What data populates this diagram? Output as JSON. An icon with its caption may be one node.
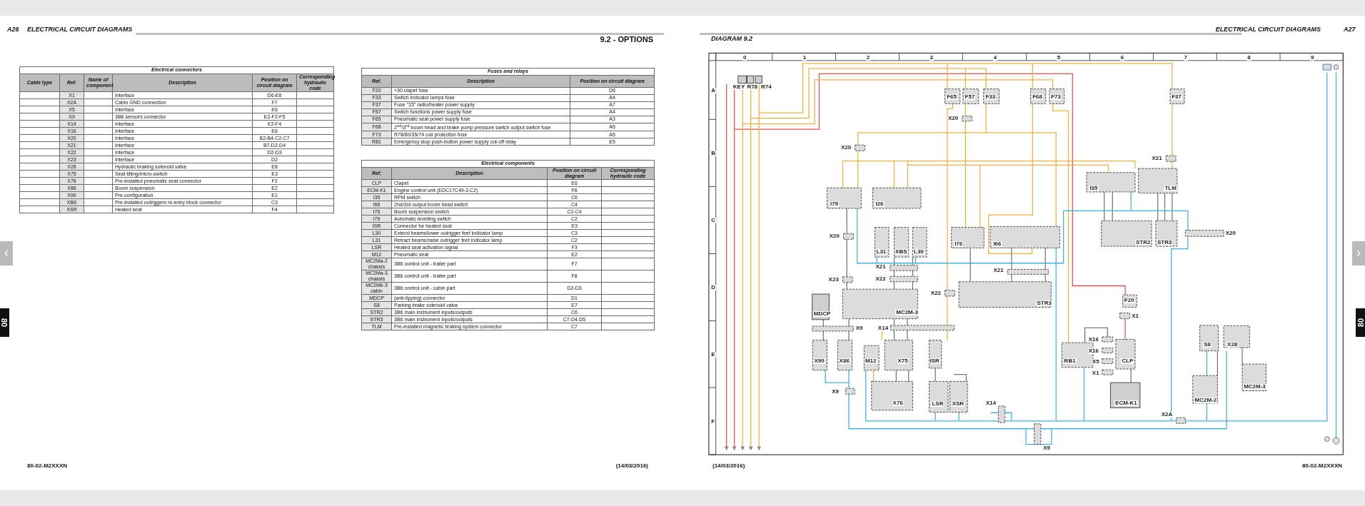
{
  "diagram": {
    "labels": [
      "A26",
      "ELECTRICAL CIRCUIT DIAGRAMS",
      "9.2 - OPTIONS",
      "DIAGRAM 9.2",
      "ELECTRICAL CIRCUIT DIAGRAMS",
      "A27",
      "Electrical connectors",
      "Cable type",
      "Ref.",
      "Name of component",
      "Description",
      "Position on circuit diagram",
      "Corresponding hydraulic code",
      "X1",
      "Interface",
      "D6-E6",
      "X2A",
      "Cabin GND connection",
      "F7",
      "X5",
      "Interface",
      "E6",
      "X9",
      "3B6 sensors connector",
      "E2-F2-F5",
      "X14",
      "Interface",
      "E2-F4",
      "X16",
      "Interface",
      "E6",
      "X20",
      "Interface",
      "B2-B4-C2-C7",
      "X21",
      "Interface",
      "B7-D2-D4",
      "X22",
      "Interface",
      "D2-D3",
      "X23",
      "Interface",
      "D2",
      "X28",
      "Hydraulic braking solenoid valve",
      "E8",
      "X75",
      "Seat tilting/micro-switch",
      "E3",
      "X76",
      "Pre-installed pneumatic seat connector",
      "F2",
      "X86",
      "Boom suspension",
      "E2",
      "X90",
      "Pre-configuration",
      "E1",
      "XBS",
      "Pre-installed outriggers re-entry block connector",
      "C3",
      "XSR",
      "Heated seat",
      "F4",
      "Fuses and relays",
      "Ref.",
      "Description",
      "Position on circuit diagram",
      "F20",
      "+30 clapet fuse",
      "D6",
      "F33",
      "Switch indicator lamps fuse",
      "A4",
      "F37",
      "Fuse \"15\" radio/heater power supply",
      "A7",
      "F57",
      "Switch functions power supply fuse",
      "A4",
      "F65",
      "Pneumatic seat power supply fuse",
      "A3",
      "F68",
      "2$^{nd}$/3$^{rd}$ boom head and brake pump pressure switch output switch fuse",
      "A5",
      "F73",
      "R78/80/35/74 coil protection fuse",
      "A5",
      "R81",
      "Emergency stop push-button power supply cut-off relay",
      "E5",
      "Electrical components",
      "Ref.",
      "Description",
      "Position on circuit diagram",
      "Corresponding hydraulic code",
      "CLP",
      "Clapet",
      "E6",
      "ECM-K1",
      "Engine control unit (EDC17C49-3.C2)",
      "F6",
      "I35",
      "RPM switch",
      "C6",
      "I66",
      "2nd/3rd output boom head switch",
      "C4",
      "I76",
      "Boom suspension switch",
      "C2-C4",
      "I79",
      "Automatic levelling switch",
      "C2",
      "ISR",
      "Connector for heated seat",
      "E3",
      "L30",
      "Extend beams/lower outrigger feet indicator lamp",
      "C3",
      "L31",
      "Retract beams/raise outrigger feet indicator lamp",
      "C2",
      "LSR",
      "Heated seat activation signal",
      "F3",
      "M12",
      "Pneumatic seat",
      "E2",
      "MC2Ma-2 chassis",
      "3B6 control unit - trailer part",
      "F7",
      "MC2Ma-3 chassis",
      "3B6 control unit - trailer part",
      "F8",
      "MC2Mb-3 cabin",
      "3B6 control unit - cabin part",
      "D2-D3",
      "MDCP",
      "(anti-tipping) connector",
      "D1",
      "S8",
      "Parking brake solenoid valve",
      "E7",
      "STR2",
      "3B6 main instrument inputs/outputs",
      "C6",
      "STR3",
      "3B6 main instrument inputs/outputs",
      "C7-D4-D5",
      "TLM",
      "Pre-installed magnetic braking system connector",
      "C7",
      "0",
      "1",
      "2",
      "3",
      "4",
      "5",
      "6",
      "7",
      "8",
      "9",
      "A",
      "B",
      "C",
      "D",
      "E",
      "F",
      "KEY",
      "R78",
      "R74",
      "F65",
      "F57",
      "F33",
      "F68",
      "F73",
      "F37",
      "X20",
      "X20",
      "X21",
      "I35",
      "TLM",
      "I79",
      "I26",
      "X20",
      "X20",
      "L31",
      "XBS",
      "L30",
      "I76",
      "I66",
      "STR2",
      "STR3",
      "X21",
      "X21",
      "X23",
      "X22",
      "X22",
      "F20",
      "STR3",
      "MDCP",
      "MC2M-3",
      "X1",
      "X9",
      "X14",
      "X16",
      "S8",
      "X28",
      "X16",
      "X90",
      "X86",
      "M12",
      "X75",
      "ISR",
      "RB1",
      "X5",
      "CLP",
      "X1",
      "MC2M-3",
      "X9",
      "X76",
      "LSR",
      "XSR",
      "X14",
      "ECM-K1",
      "MC2M-2",
      "X2A",
      "X9",
      "80-02-M2XXXN",
      "(14/03/2016)",
      "(14/03/2016)",
      "80-02-M2XXXN",
      "80",
      "80"
    ]
  }
}
